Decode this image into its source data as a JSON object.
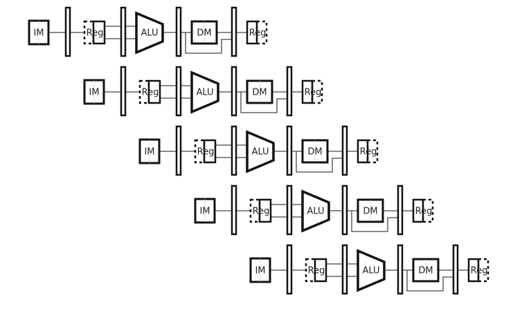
{
  "labels": {
    "instruction_memory": "IM",
    "register_file": "Reg",
    "alu": "ALU",
    "data_memory": "DM"
  },
  "instruction_count": 5,
  "colors": {
    "stroke": "#111111",
    "wire": "#444444",
    "background": "#ffffff"
  }
}
